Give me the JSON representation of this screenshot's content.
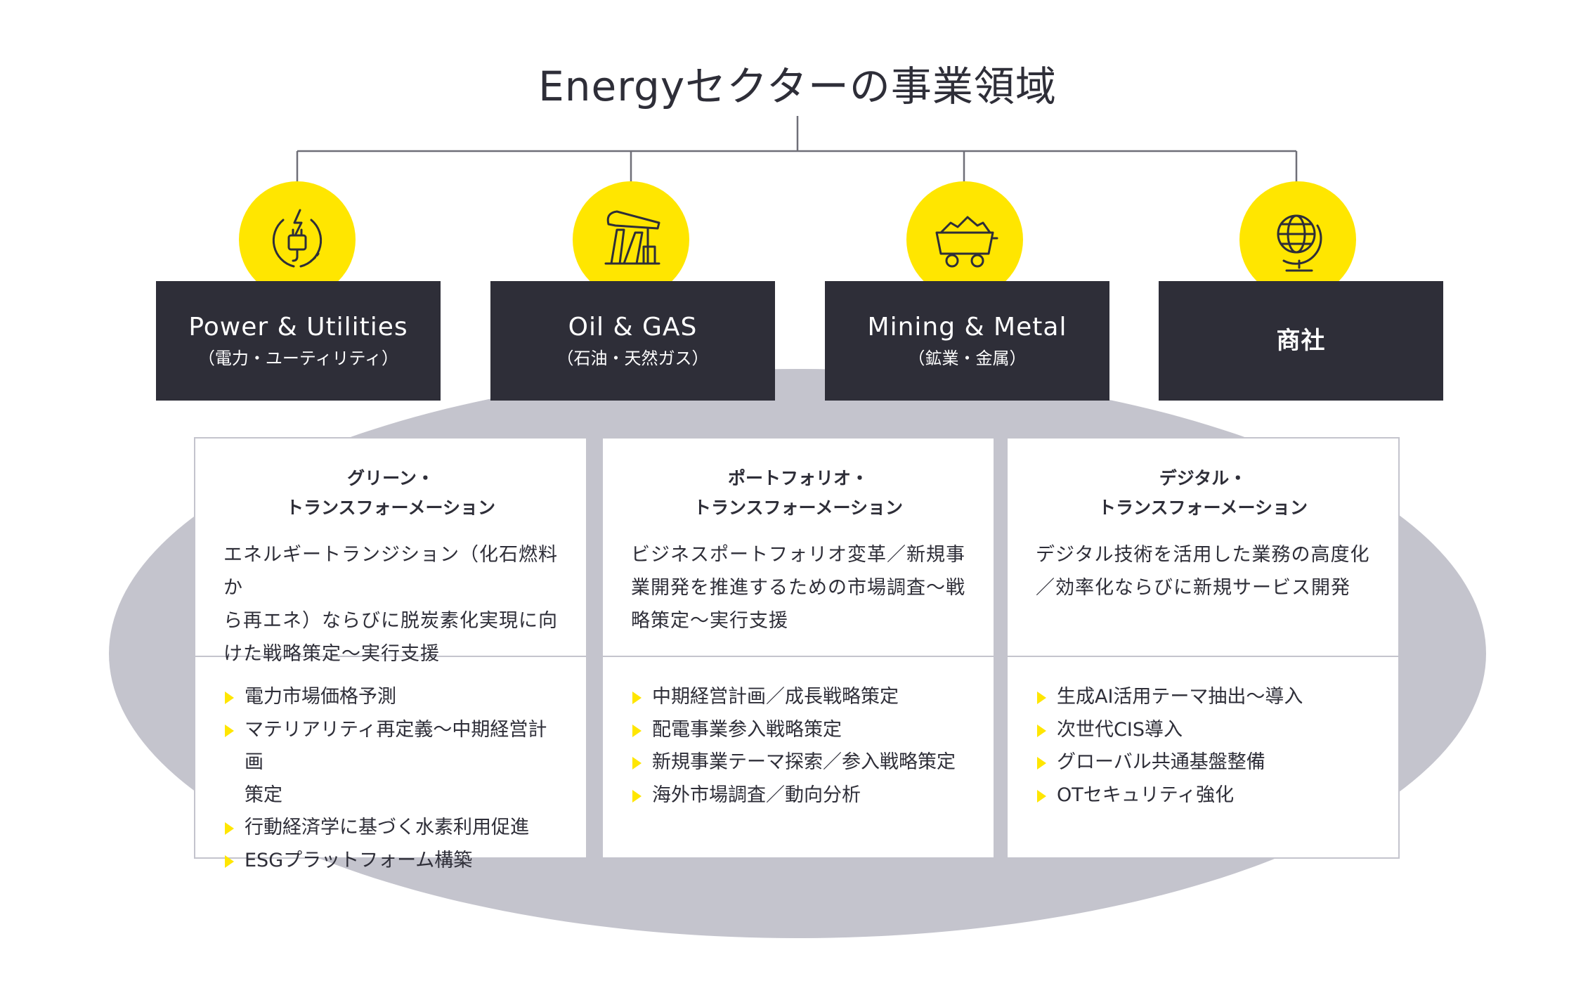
{
  "title": "Energyセクターの事業領域",
  "colors": {
    "accent": "#ffe600",
    "dark": "#2e2e38",
    "ellipse": "#c4c4cd",
    "border": "#c4c4cd"
  },
  "sectors": [
    {
      "name": "Power & Utilities",
      "sub": "（電力・ユーティリティ）",
      "icon": "power-plug-icon"
    },
    {
      "name": "Oil & GAS",
      "sub": "（石油・天然ガス）",
      "icon": "oil-pump-icon"
    },
    {
      "name": "Mining & Metal",
      "sub": "（鉱業・金属）",
      "icon": "mine-cart-icon"
    },
    {
      "name": "商社",
      "sub": "",
      "icon": "globe-icon"
    }
  ],
  "cards": [
    {
      "title_line1": "グリーン・",
      "title_line2": "トランスフォーメーション",
      "desc_lines": [
        "エネルギートランジション（化石燃料か",
        "ら再エネ）ならびに脱炭素化実現に向",
        "けた戦略策定～実行支援"
      ],
      "items": [
        "電力市場価格予測",
        "マテリアリティ再定義～中期経営計画",
        "策定",
        "行動経済学に基づく水素利用促進",
        "ESGプラットフォーム構築"
      ]
    },
    {
      "title_line1": "ポートフォリオ・",
      "title_line2": "トランスフォーメーション",
      "desc_lines": [
        "ビジネスポートフォリオ変革／新規事",
        "業開発を推進するための市場調査～戦",
        "略策定～実行支援"
      ],
      "items": [
        "中期経営計画／成長戦略策定",
        "配電事業参入戦略策定",
        "新規事業テーマ探索／参入戦略策定",
        "海外市場調査／動向分析"
      ]
    },
    {
      "title_line1": "デジタル・",
      "title_line2": "トランスフォーメーション",
      "desc_lines": [
        "デジタル技術を活用した業務の高度化",
        "／効率化ならびに新規サービス開発"
      ],
      "items": [
        "生成AI活用テーマ抽出～導入",
        "次世代CIS導入",
        "グローバル共通基盤整備",
        "OTセキュリティ強化"
      ]
    }
  ]
}
